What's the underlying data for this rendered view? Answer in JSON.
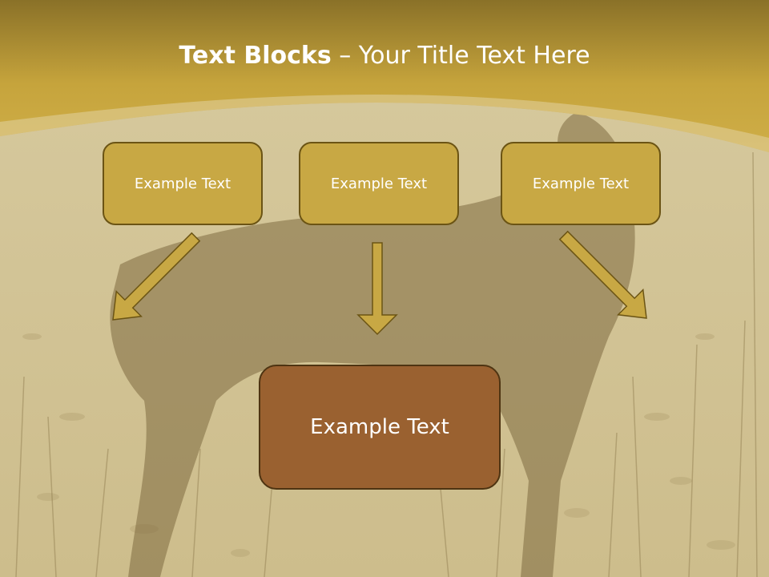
{
  "title": {
    "bold": "Text Blocks",
    "rest": " – Your Title Text Here"
  },
  "blocks": [
    {
      "label": "Example Text"
    },
    {
      "label": "Example Text"
    },
    {
      "label": "Example Text"
    }
  ],
  "result_block": {
    "label": "Example Text"
  },
  "colors": {
    "header_gold": "#c8a844",
    "header_dark": "#8a7128",
    "block_fill": "#c8a844",
    "block_border": "#6b5414",
    "result_fill": "#9a6130",
    "arrow_fill": "#c8a844"
  }
}
